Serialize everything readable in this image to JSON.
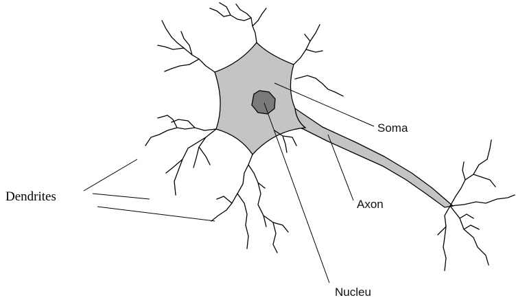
{
  "diagram": {
    "labels": {
      "soma": "Soma",
      "axon": "Axon",
      "nucleus": "Nucleu",
      "dendrites": "Dendrites"
    },
    "colors": {
      "soma_fill": "#c4c4c4",
      "nucleus_fill": "#7a7a7a",
      "outline": "#000000",
      "background": "#ffffff"
    }
  }
}
